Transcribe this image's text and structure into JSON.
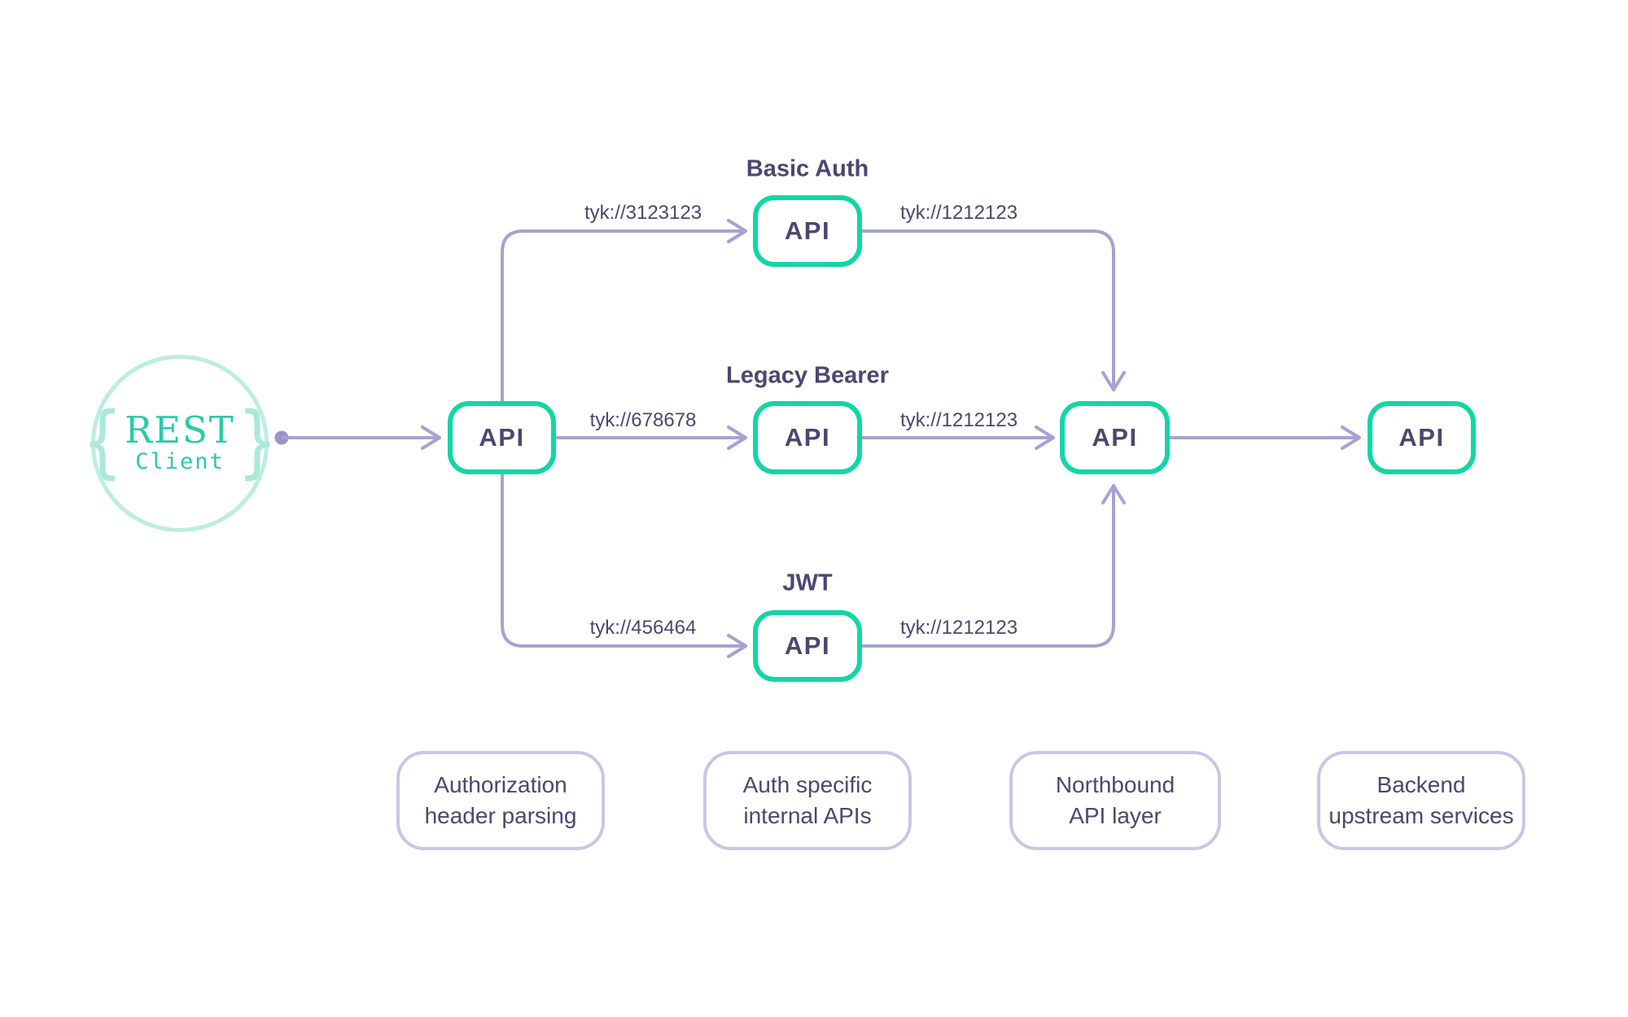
{
  "client": {
    "title": "REST",
    "subtitle": "Client",
    "brace_left": "{",
    "brace_right": "}"
  },
  "nodes": {
    "entry_api": {
      "label": "API"
    },
    "basic_auth_api": {
      "label": "API"
    },
    "legacy_api": {
      "label": "API"
    },
    "jwt_api": {
      "label": "API"
    },
    "northbound_api": {
      "label": "API"
    },
    "backend_api": {
      "label": "API"
    }
  },
  "row_titles": {
    "basic": "Basic Auth",
    "legacy": "Legacy Bearer",
    "jwt": "JWT"
  },
  "edges": {
    "basic_in": "tyk://3123123",
    "legacy_in": "tyk://678678",
    "jwt_in": "tyk://456464",
    "basic_out": "tyk://1212123",
    "legacy_out": "tyk://1212123",
    "jwt_out": "tyk://1212123"
  },
  "footnotes": [
    {
      "line1": "Authorization",
      "line2": "header parsing"
    },
    {
      "line1": "Auth specific",
      "line2": "internal APIs"
    },
    {
      "line1": "Northbound",
      "line2": "API layer"
    },
    {
      "line1": "Backend",
      "line2": "upstream services"
    }
  ],
  "colors": {
    "node_border_teal": "#12d6a6",
    "connector_lavender": "#a6a2d2",
    "connector_dot": "#9a95c9",
    "footnote_border": "#c9c6e4",
    "text_dark": "#4b4770",
    "logo_text_teal": "#2bc9a9",
    "logo_brace_mint": "#a9ead7",
    "logo_circle_mint": "#bceede"
  }
}
